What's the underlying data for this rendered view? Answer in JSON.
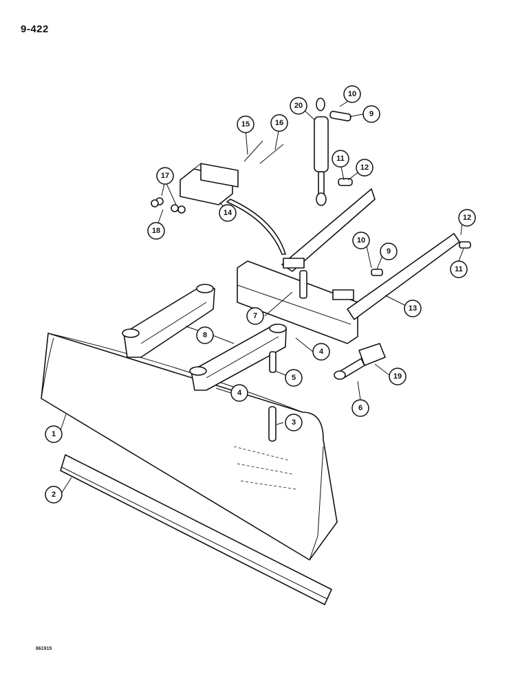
{
  "page_number": "9-422",
  "figure_code": "861915",
  "callouts": [
    {
      "id": "c1",
      "label": "1"
    },
    {
      "id": "c2",
      "label": "2"
    },
    {
      "id": "c3",
      "label": "3"
    },
    {
      "id": "c4a",
      "label": "4"
    },
    {
      "id": "c4b",
      "label": "4"
    },
    {
      "id": "c5",
      "label": "5"
    },
    {
      "id": "c6",
      "label": "6"
    },
    {
      "id": "c7",
      "label": "7"
    },
    {
      "id": "c8",
      "label": "8"
    },
    {
      "id": "c9a",
      "label": "9"
    },
    {
      "id": "c9b",
      "label": "9"
    },
    {
      "id": "c10a",
      "label": "10"
    },
    {
      "id": "c10b",
      "label": "10"
    },
    {
      "id": "c11a",
      "label": "11"
    },
    {
      "id": "c11b",
      "label": "11"
    },
    {
      "id": "c12a",
      "label": "12"
    },
    {
      "id": "c12b",
      "label": "12"
    },
    {
      "id": "c13",
      "label": "13"
    },
    {
      "id": "c14",
      "label": "14"
    },
    {
      "id": "c15",
      "label": "15"
    },
    {
      "id": "c16",
      "label": "16"
    },
    {
      "id": "c17",
      "label": "17"
    },
    {
      "id": "c18",
      "label": "18"
    },
    {
      "id": "c19",
      "label": "19"
    },
    {
      "id": "c20",
      "label": "20"
    }
  ]
}
